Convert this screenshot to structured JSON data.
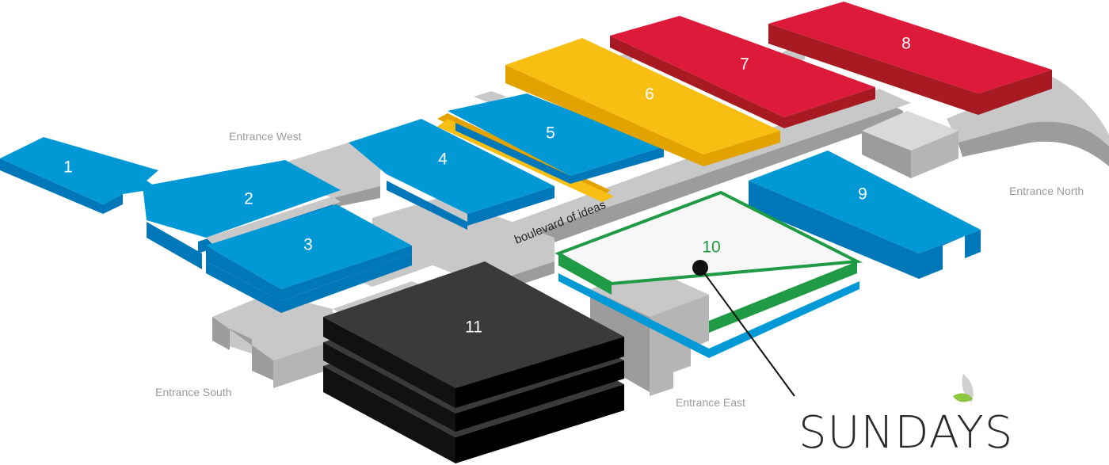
{
  "colors": {
    "blue_top": "#0099d6",
    "blue_side": "#0077b8",
    "yellow_top": "#f8bf12",
    "yellow_side": "#e2a300",
    "red_top": "#dd1a3a",
    "red_side": "#a81a22",
    "gray_top": "#c8c8c8",
    "gray_side": "#9c9c9c",
    "black_top": "#3a3a3a",
    "black_side": "#111111",
    "green_outline": "#1f9a45",
    "sundays_leaf": "#8dc63f",
    "sundays_text": "#2b2b2b"
  },
  "halls": [
    {
      "id": "1",
      "label": "1"
    },
    {
      "id": "2",
      "label": "2"
    },
    {
      "id": "3",
      "label": "3"
    },
    {
      "id": "4",
      "label": "4"
    },
    {
      "id": "5",
      "label": "5"
    },
    {
      "id": "6",
      "label": "6"
    },
    {
      "id": "7",
      "label": "7"
    },
    {
      "id": "8",
      "label": "8"
    },
    {
      "id": "9",
      "label": "9"
    },
    {
      "id": "10",
      "label": "10"
    },
    {
      "id": "11",
      "label": "11"
    }
  ],
  "entrances": {
    "west": "Entrance West",
    "north": "Entrance North",
    "south": "Entrance South",
    "east": "Entrance East"
  },
  "boulevard": "boulevard of ideas",
  "logo": {
    "text": "SUNDAYS",
    "icon": "leaf-icon"
  }
}
